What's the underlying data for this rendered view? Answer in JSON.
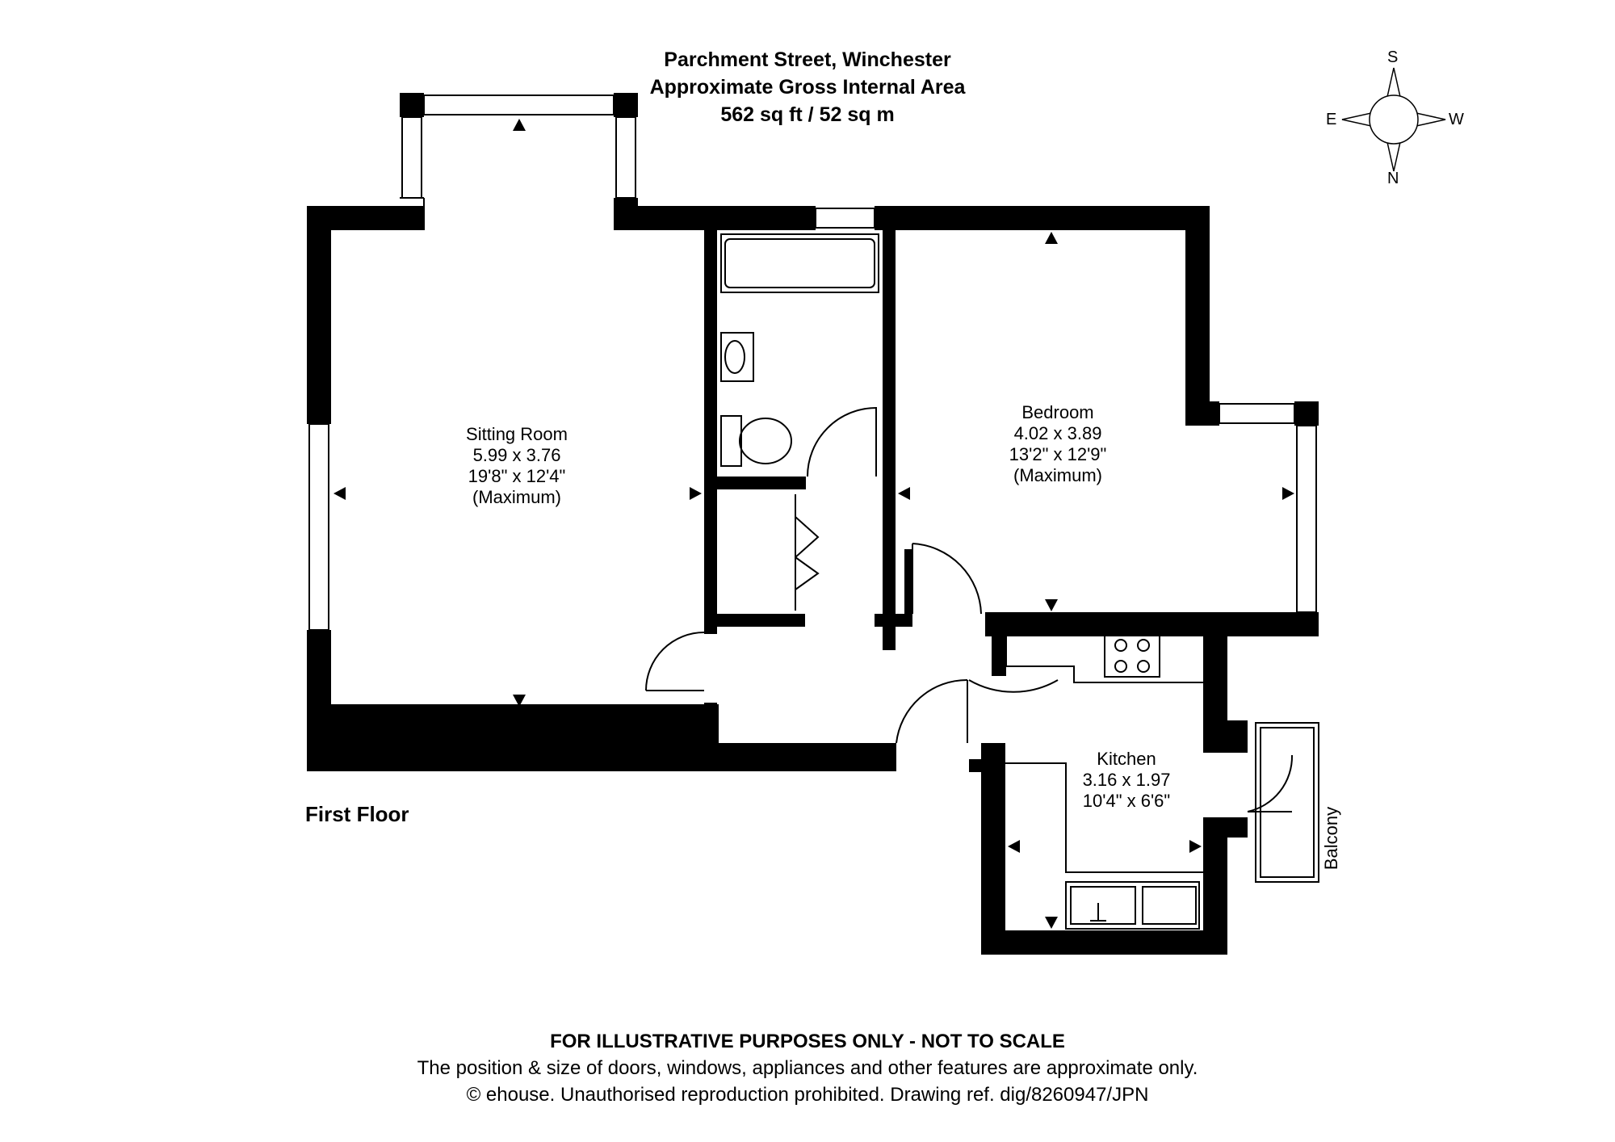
{
  "header": {
    "title": "Parchment Street, Winchester",
    "subtitle": "Approximate Gross Internal Area",
    "area": "562 sq ft / 52 sq m"
  },
  "compass": {
    "top": "S",
    "right": "W",
    "bottom": "N",
    "left": "E"
  },
  "rooms": {
    "sitting_room": {
      "name": "Sitting Room",
      "metric": "5.99 x 3.76",
      "imperial": "19'8\" x 12'4\"",
      "note": "(Maximum)"
    },
    "bedroom": {
      "name": "Bedroom",
      "metric": "4.02 x 3.89",
      "imperial": "13'2\" x 12'9\"",
      "note": "(Maximum)"
    },
    "kitchen": {
      "name": "Kitchen",
      "metric": "3.16 x 1.97",
      "imperial": "10'4\" x 6'6\""
    },
    "balcony": {
      "name": "Balcony"
    }
  },
  "floor_label": "First Floor",
  "footer": {
    "line1": "FOR ILLUSTRATIVE PURPOSES ONLY - NOT TO SCALE",
    "line2": "The position & size of doors, windows, appliances and other features are approximate only.",
    "line3": "© ehouse. Unauthorised reproduction prohibited. Drawing ref. dig/8260947/JPN"
  }
}
